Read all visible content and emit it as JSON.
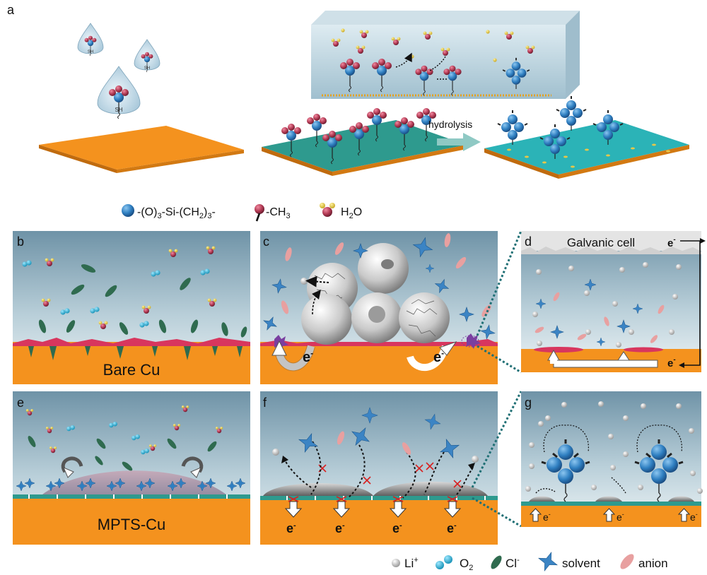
{
  "panel_letters": {
    "a": "a",
    "b": "b",
    "c": "c",
    "d": "d",
    "e": "e",
    "f": "f",
    "g": "g"
  },
  "labels": {
    "hydrolysis": "hydrolysis",
    "sh": "SH",
    "bare_cu": "Bare Cu",
    "mpts_cu": "MPTS-Cu",
    "galvanic_cell": "Galvanic cell",
    "electron": "e",
    "electron_sup": "-"
  },
  "legend_top": {
    "si_group": "-(O)",
    "si_sub": "3",
    "si_mid": "-Si-(CH",
    "si_sub2": "2",
    "si_close": ")",
    "si_sub3": "3",
    "si_end": "-",
    "ch3": "-CH",
    "ch3_sub": "3",
    "h2o_h": "H",
    "h2o_sub": "2",
    "h2o_o": "O"
  },
  "legend_bottom": {
    "li": "Li",
    "li_sup": "+",
    "o2": "O",
    "o2_sub": "2",
    "cl": "Cl",
    "cl_sup": "-",
    "solvent": "solvent",
    "anion": "anion"
  },
  "colors": {
    "copper": "#f4921e",
    "teal": "#2e9a8e",
    "electrolyte_top": "#6e93a8",
    "electrolyte_bottom": "#e6eff3",
    "si_ball": "#2f7fc1",
    "ch3": "#b23a54",
    "h2o_h": "#d9c23a",
    "o2": "#2bb0d6",
    "cl": "#2f6b4f",
    "solvent": "#3b84c4",
    "anion": "#e8a0a0",
    "corrosion": "#d8365e"
  }
}
